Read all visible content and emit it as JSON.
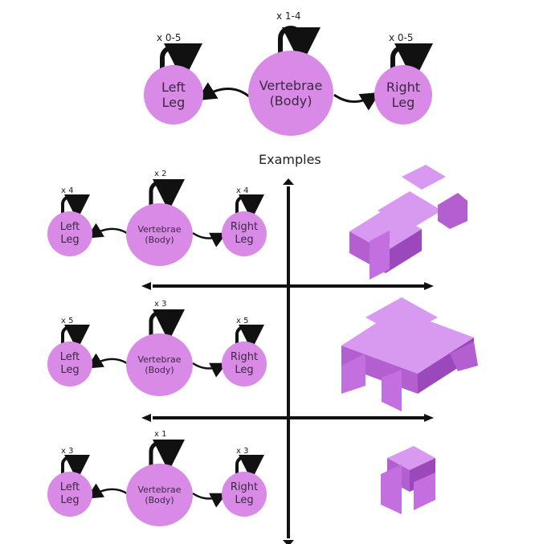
{
  "top": {
    "left_leg": {
      "label_line1": "Left",
      "label_line2": "Leg",
      "multiplier": "x 0-5"
    },
    "body": {
      "label_line1": "Vertebrae",
      "label_line2": "(Body)",
      "multiplier": "x 1-4"
    },
    "right_leg": {
      "label_line1": "Right",
      "label_line2": "Leg",
      "multiplier": "x 0-5"
    }
  },
  "examples_title": "Examples",
  "examples": [
    {
      "left_leg": {
        "label_line1": "Left",
        "label_line2": "Leg",
        "multiplier": "x 4"
      },
      "body": {
        "label_line1": "Vertebrae",
        "label_line2": "(Body)",
        "multiplier": "x 2"
      },
      "right_leg": {
        "label_line1": "Right",
        "label_line2": "Leg",
        "multiplier": "x 4"
      }
    },
    {
      "left_leg": {
        "label_line1": "Left",
        "label_line2": "Leg",
        "multiplier": "x 5"
      },
      "body": {
        "label_line1": "Vertebrae",
        "label_line2": "(Body)",
        "multiplier": "x 3"
      },
      "right_leg": {
        "label_line1": "Right",
        "label_line2": "Leg",
        "multiplier": "x 5"
      }
    },
    {
      "left_leg": {
        "label_line1": "Left",
        "label_line2": "Leg",
        "multiplier": "x 3"
      },
      "body": {
        "label_line1": "Vertebrae",
        "label_line2": "(Body)",
        "multiplier": "x 1"
      },
      "right_leg": {
        "label_line1": "Right",
        "label_line2": "Leg",
        "multiplier": "x 3"
      }
    }
  ],
  "colors": {
    "node": "#d98ae6",
    "voxel": "#c46fe0",
    "line": "#111111"
  }
}
